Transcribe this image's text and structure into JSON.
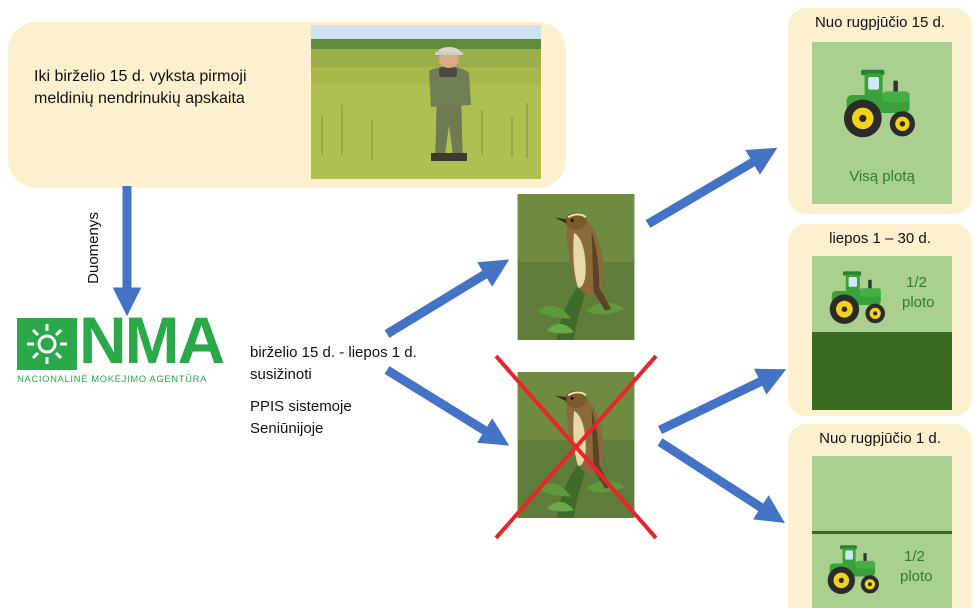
{
  "survey": {
    "line1": "Iki birželio 15 d. vyksta pirmoji",
    "line2": "meldinių nendrinukių apskaita"
  },
  "data_label": "Duomenys",
  "nma": {
    "letters": "NMA",
    "subtitle": "NACIONALINĖ MOKĖJIMO AGENTŪRA"
  },
  "middle": {
    "line1": "birželio 15 d. - liepos 1 d.",
    "line2": "susižinoti",
    "line3": "PPIS sistemoje",
    "line4": "Seniūnijoje"
  },
  "panels": {
    "p1": {
      "title": "Nuo rugpjūčio 15 d.",
      "caption": "Visą plotą"
    },
    "p2": {
      "title": "liepos 1 – 30 d.",
      "fraction": "1/2",
      "unit": "ploto"
    },
    "p3": {
      "title": "Nuo rugpjūčio 1 d.",
      "fraction": "1/2",
      "unit": "ploto"
    }
  },
  "colors": {
    "beige": "#fdf0cf",
    "arrow": "#4472c4",
    "field_light": "#a9d08e",
    "field_dark": "#386a20",
    "nma_green": "#2aa84a",
    "cross": "#e8262a"
  }
}
